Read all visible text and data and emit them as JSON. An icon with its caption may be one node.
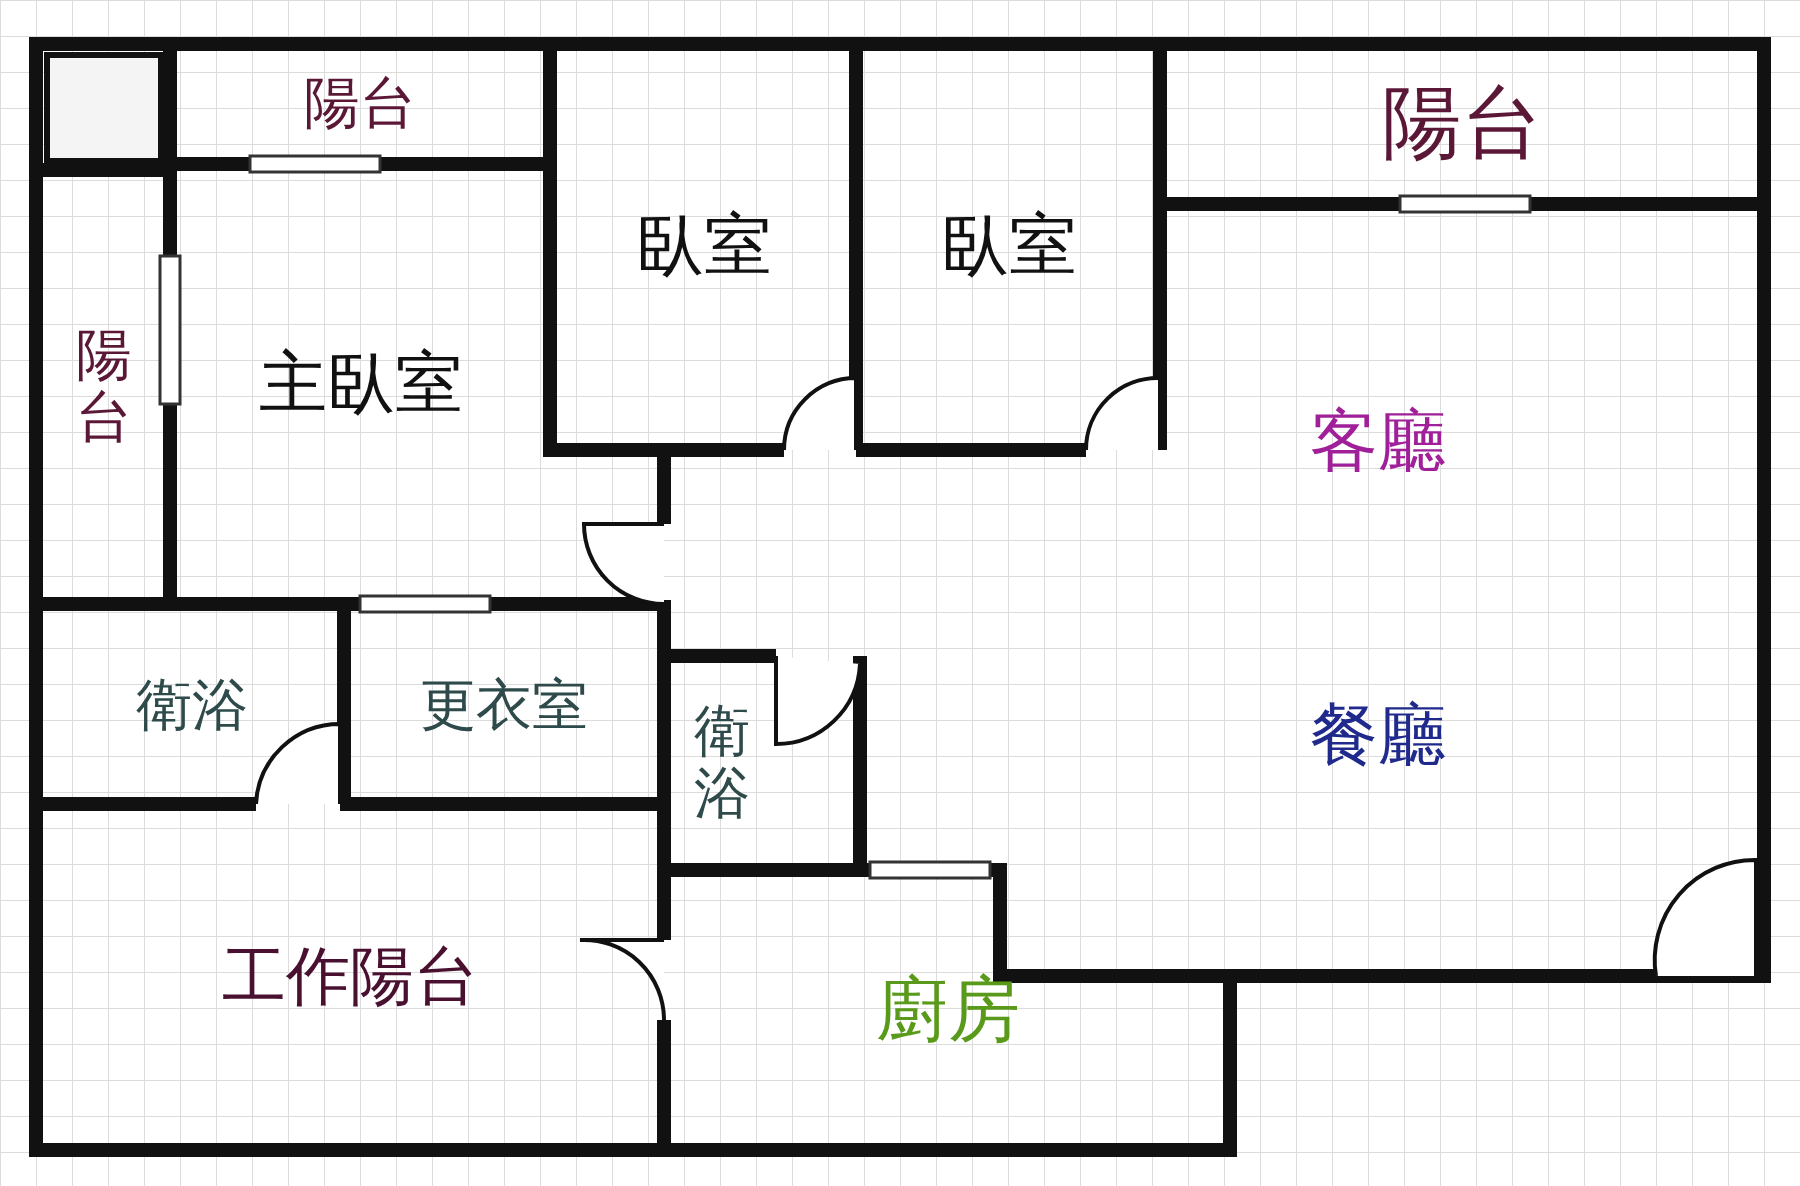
{
  "diagram": {
    "nodes": [
      {
        "text": [],
        "shape": "box"
      },
      {
        "text": [
          "陽台"
        ]
      },
      {
        "text": [
          "臥室"
        ]
      },
      {
        "text": [
          "臥室"
        ]
      },
      {
        "text": [
          "陽台"
        ]
      },
      {
        "text": [
          "陽台"
        ]
      },
      {
        "text": [
          "主臥室"
        ]
      },
      {
        "text": [
          "客廳",
          "餐廳"
        ]
      },
      {
        "text": [
          "衛浴"
        ]
      },
      {
        "text": [
          "更衣室"
        ]
      },
      {
        "text": [
          "衛浴"
        ]
      },
      {
        "text": [
          "工作陽台"
        ]
      },
      {
        "text": [
          "廚房"
        ]
      }
    ]
  }
}
